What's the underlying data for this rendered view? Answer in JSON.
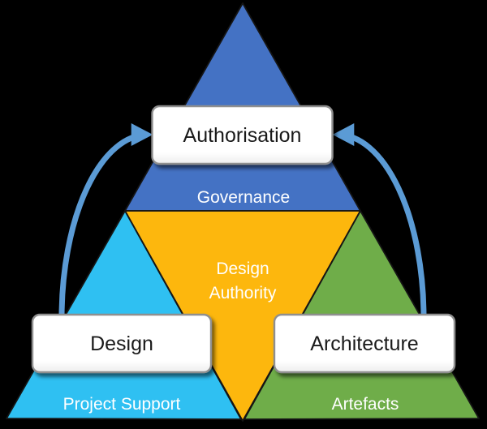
{
  "diagram": {
    "labels": {
      "authorisation": "Authorisation",
      "governance": "Governance",
      "design_authority_line1": "Design",
      "design_authority_line2": "Authority",
      "design": "Design",
      "architecture": "Architecture",
      "project_support": "Project Support",
      "artefacts": "Artefacts"
    },
    "colors": {
      "background": "#000000",
      "governance_blue": "#4472C4",
      "design_authority_orange": "#FDB70D",
      "project_support_cyan": "#2FC0F2",
      "artefacts_green": "#6FAD49",
      "arrow_blue": "#5B9BD5",
      "box_fill": "#FFFFFF",
      "box_border": "#8F8F8F",
      "outline_black": "#151515",
      "label_dark": "#1A1A1A",
      "label_light": "#FFFFFF"
    }
  }
}
